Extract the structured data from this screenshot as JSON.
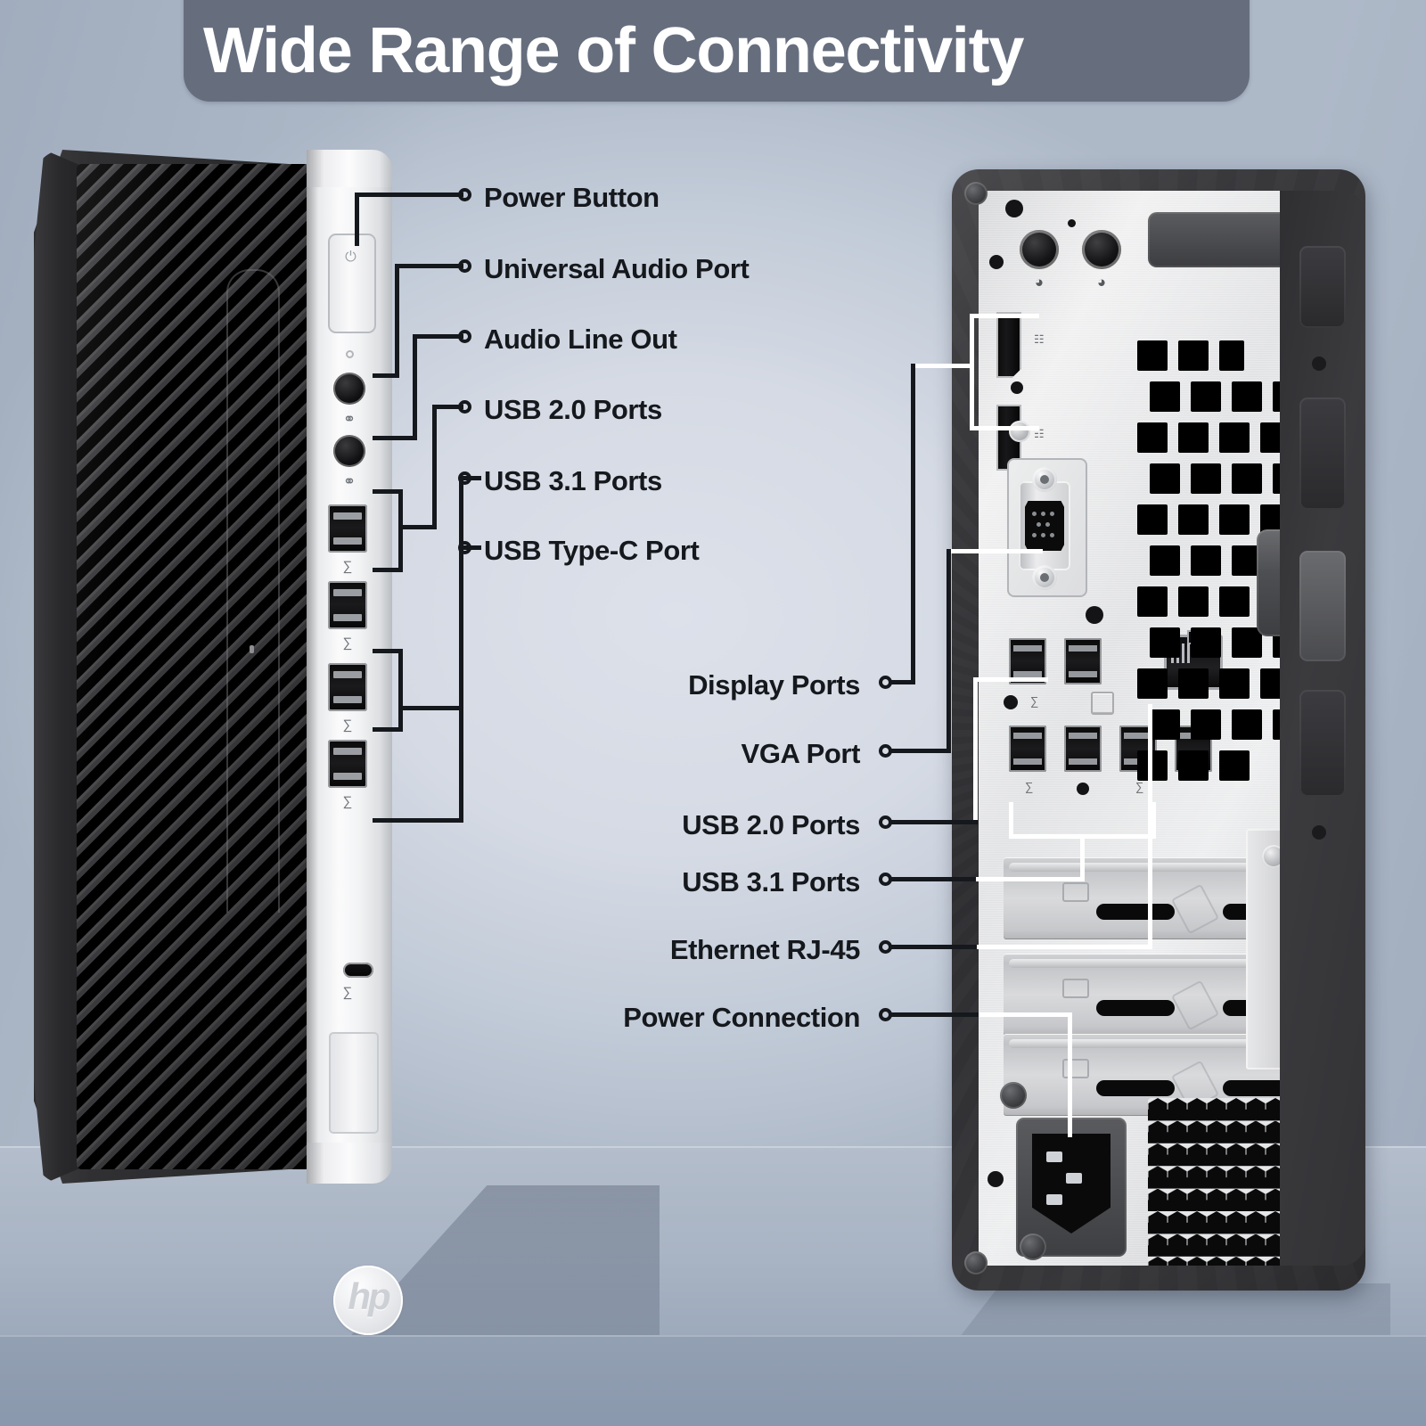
{
  "header": {
    "title": "Wide Range of Connectivity",
    "banner_color": "#666e7e"
  },
  "theme": {
    "background_edge": "#aab6c6",
    "background_center": "#d8dde7",
    "label_color": "#15181c"
  },
  "front_panel": {
    "brand": "hp",
    "labels": [
      {
        "text": "Power Button",
        "name": "label-power-button"
      },
      {
        "text": "Universal Audio Port",
        "name": "label-universal-audio-port"
      },
      {
        "text": "Audio Line Out",
        "name": "label-audio-line-out"
      },
      {
        "text": "USB 2.0 Ports",
        "name": "label-front-usb-20"
      },
      {
        "text": "USB 3.1 Ports",
        "name": "label-front-usb-31"
      },
      {
        "text": "USB Type-C Port",
        "name": "label-usb-type-c"
      }
    ],
    "icons": {
      "power": "⏻",
      "headset": "headset-icon",
      "mic": "microphone-icon",
      "usb": "usb-icon",
      "usb_ss": "usb-superspeed-icon",
      "usb_c": "usb-type-c-icon"
    }
  },
  "rear_panel": {
    "labels": [
      {
        "text": "Display Ports",
        "name": "label-display-ports"
      },
      {
        "text": "VGA Port",
        "name": "label-vga-port"
      },
      {
        "text": "USB 2.0 Ports",
        "name": "label-rear-usb-20"
      },
      {
        "text": "USB 3.1 Ports",
        "name": "label-rear-usb-31"
      },
      {
        "text": "Ethernet RJ-45",
        "name": "label-ethernet-rj45"
      },
      {
        "text": "Power Connection",
        "name": "label-power-connection"
      }
    ]
  }
}
